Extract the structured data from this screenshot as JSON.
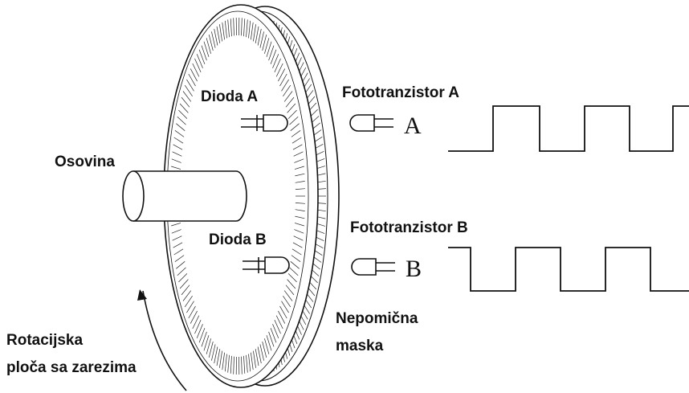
{
  "labels": {
    "osovina": "Osovina",
    "diode_a": "Dioda A",
    "diode_b": "Dioda B",
    "phototransistor_a": "Fototranzistor A",
    "phototransistor_b": "Fototranzistor B",
    "signal_a": "A",
    "signal_b": "B",
    "mask_line1": "Nepomična",
    "mask_line2": "maska",
    "disc_line1": "Rotacijska",
    "disc_line2": "ploča sa zarezima"
  },
  "colors": {
    "stroke": "#111111",
    "background": "#ffffff"
  }
}
